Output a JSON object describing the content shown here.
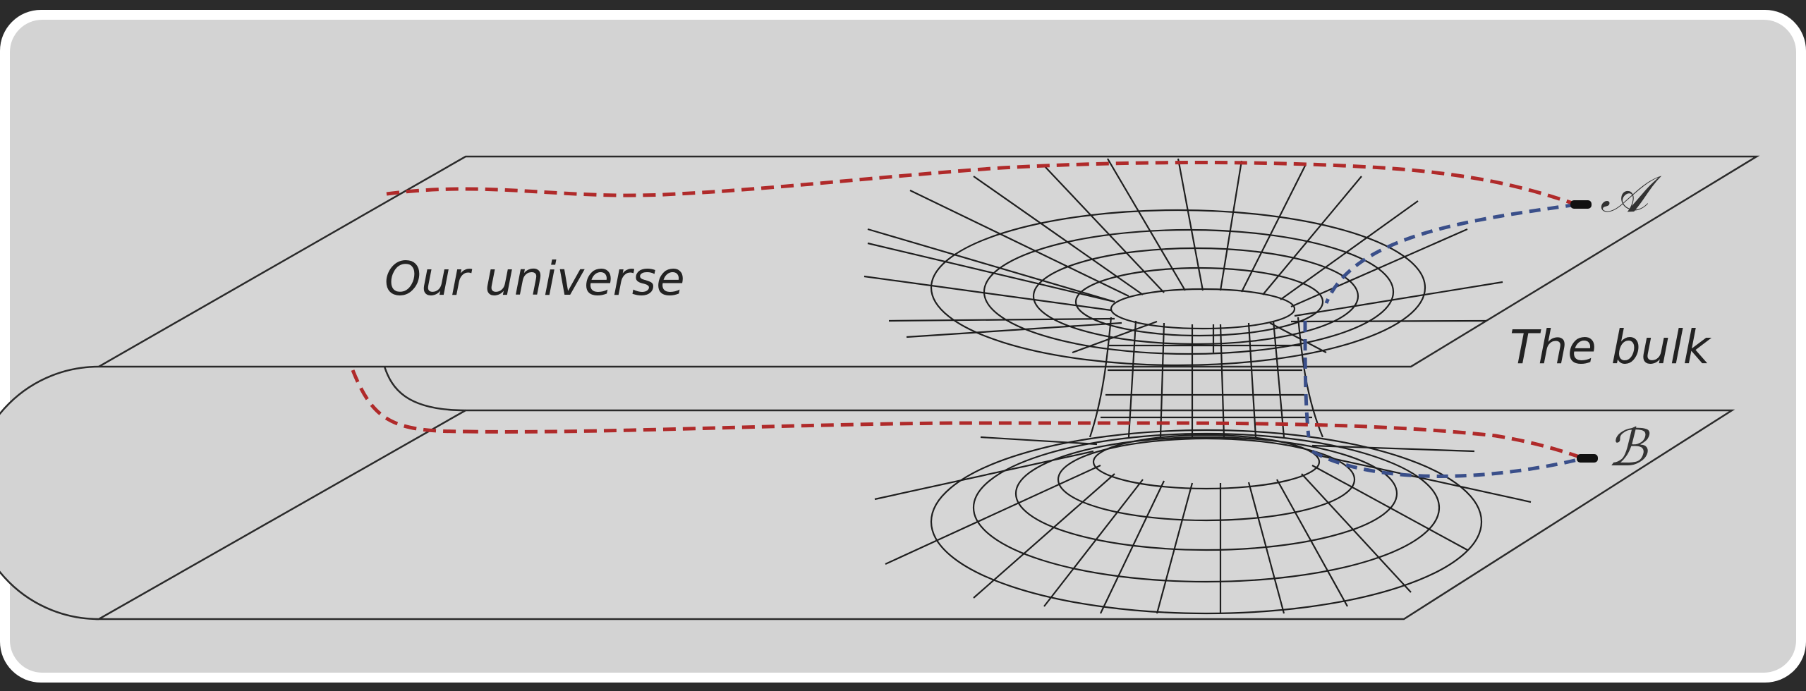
{
  "colors": {
    "background_outer": "#2b2b2b",
    "panel": "#d3d3d3",
    "panel_inner": "#d9d9d9",
    "ink": "#2a2a2a",
    "red_path": "#b02a2a",
    "blue_path": "#3a4f8a"
  },
  "labels": {
    "our_universe": "Our universe",
    "the_bulk": "The bulk",
    "point_a": "𝒜",
    "point_b": "ℬ"
  }
}
